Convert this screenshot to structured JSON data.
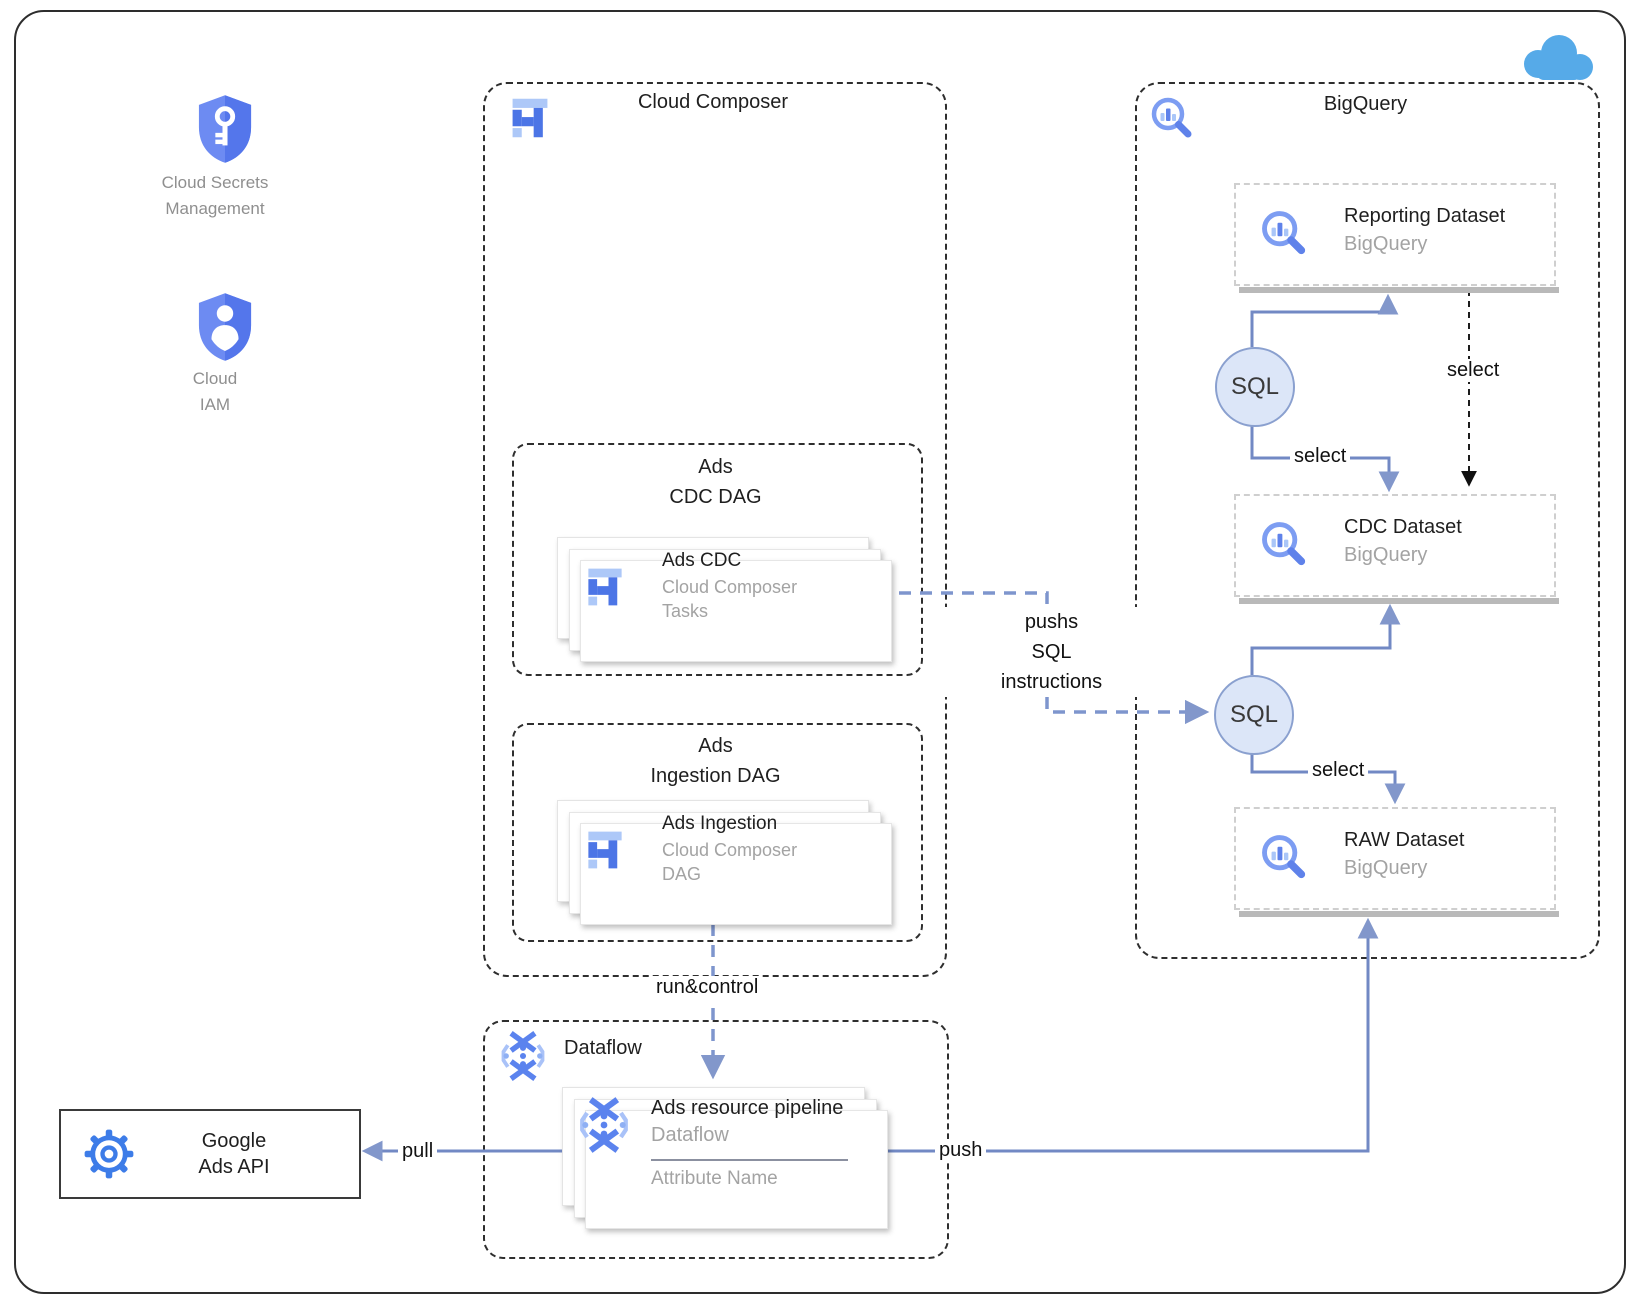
{
  "diagram": {
    "peripherals": {
      "secrets": {
        "label": [
          "Cloud Secrets",
          "Management"
        ]
      },
      "iam": {
        "label": [
          "Cloud",
          "IAM"
        ]
      }
    },
    "composer": {
      "title": "Cloud Composer",
      "cdc_dag": {
        "title": [
          "Ads",
          "CDC DAG"
        ],
        "card": {
          "title": "Ads CDC",
          "line1": "Cloud Composer",
          "line2": "Tasks"
        }
      },
      "ingestion_dag": {
        "title": [
          "Ads",
          "Ingestion DAG"
        ],
        "card": {
          "title": "Ads Ingestion",
          "line1": "Cloud Composer",
          "line2": "DAG"
        }
      }
    },
    "bigquery": {
      "title": "BigQuery",
      "reporting": {
        "title": "Reporting Dataset",
        "subtitle": "BigQuery"
      },
      "cdc": {
        "title": "CDC Dataset",
        "subtitle": "BigQuery"
      },
      "raw": {
        "title": "RAW Dataset",
        "subtitle": "BigQuery"
      },
      "sql1": "SQL",
      "sql2": "SQL"
    },
    "dataflow": {
      "title": "Dataflow",
      "card": {
        "title": "Ads resource pipeline",
        "subtitle": "Dataflow",
        "attribute": "Attribute Name"
      }
    },
    "ads_api": {
      "label": [
        "Google",
        "Ads API"
      ]
    },
    "edges": {
      "select_sql1_to_cdc": "select",
      "select_reporting_to_cdc": "select",
      "select_sql2_to_raw": "select",
      "pushs": [
        "pushs",
        "SQL",
        "instructions"
      ],
      "run_control": "run&control",
      "pull": "pull",
      "push": "push"
    },
    "colors": {
      "icon_blue_dark": "#4c75e6",
      "icon_blue_light": "#adc8f8",
      "magnifier_blue": "#7d9df2",
      "arrow_blue": "#7289c4",
      "cloud_blue": "#56aae8",
      "sql_fill": "#dce6f8",
      "subtitle_gray": "#a3a3a3",
      "dashed_border": "#2e2e2e"
    }
  }
}
